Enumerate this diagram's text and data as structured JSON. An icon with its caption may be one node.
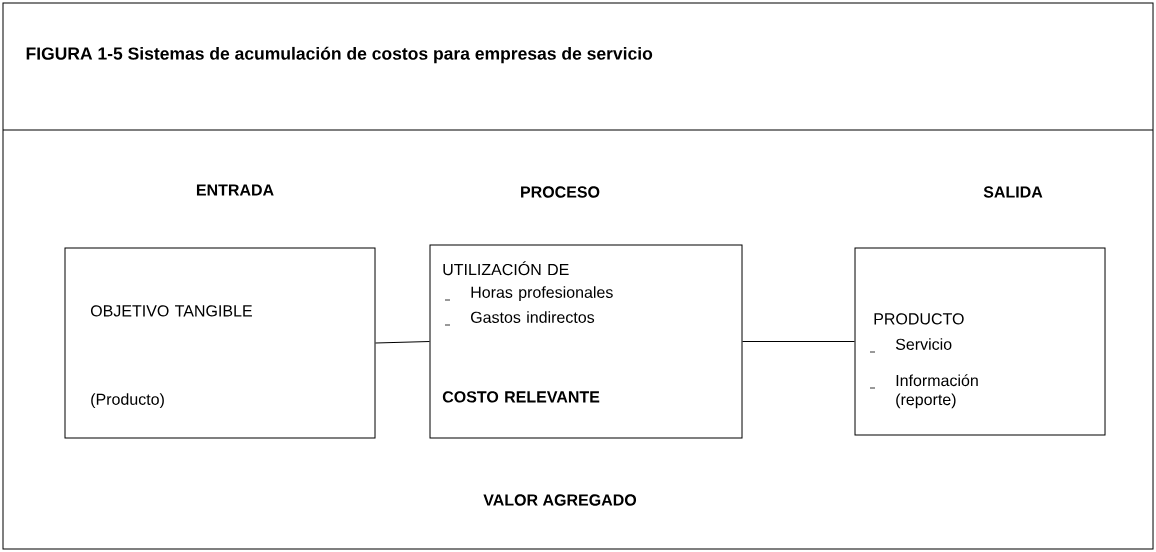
{
  "diagram": {
    "title": "FIGURA 1-5    Sistemas de acumulación de costos para empresas de servicio",
    "nodes": [
      {
        "text": [
          "OBJETIVO TANGIBLE",
          "(Producto)"
        ]
      },
      {
        "text": [
          "UTILIZACIÓN  DE",
          "Horas profesionales",
          "Gastos indirectos",
          "COSTO RELEVANTE"
        ]
      },
      {
        "text": [
          "PRODUCTO",
          "Servicio",
          "Información (reporte)"
        ]
      }
    ],
    "edges": [
      {
        "from": 0,
        "to": 1,
        "arrow": "none"
      },
      {
        "from": 1,
        "to": 2,
        "arrow": "none"
      }
    ],
    "labels": [
      "ENTRADA",
      "PROCESO",
      "SALIDA",
      "VALOR AGREGADO"
    ]
  }
}
